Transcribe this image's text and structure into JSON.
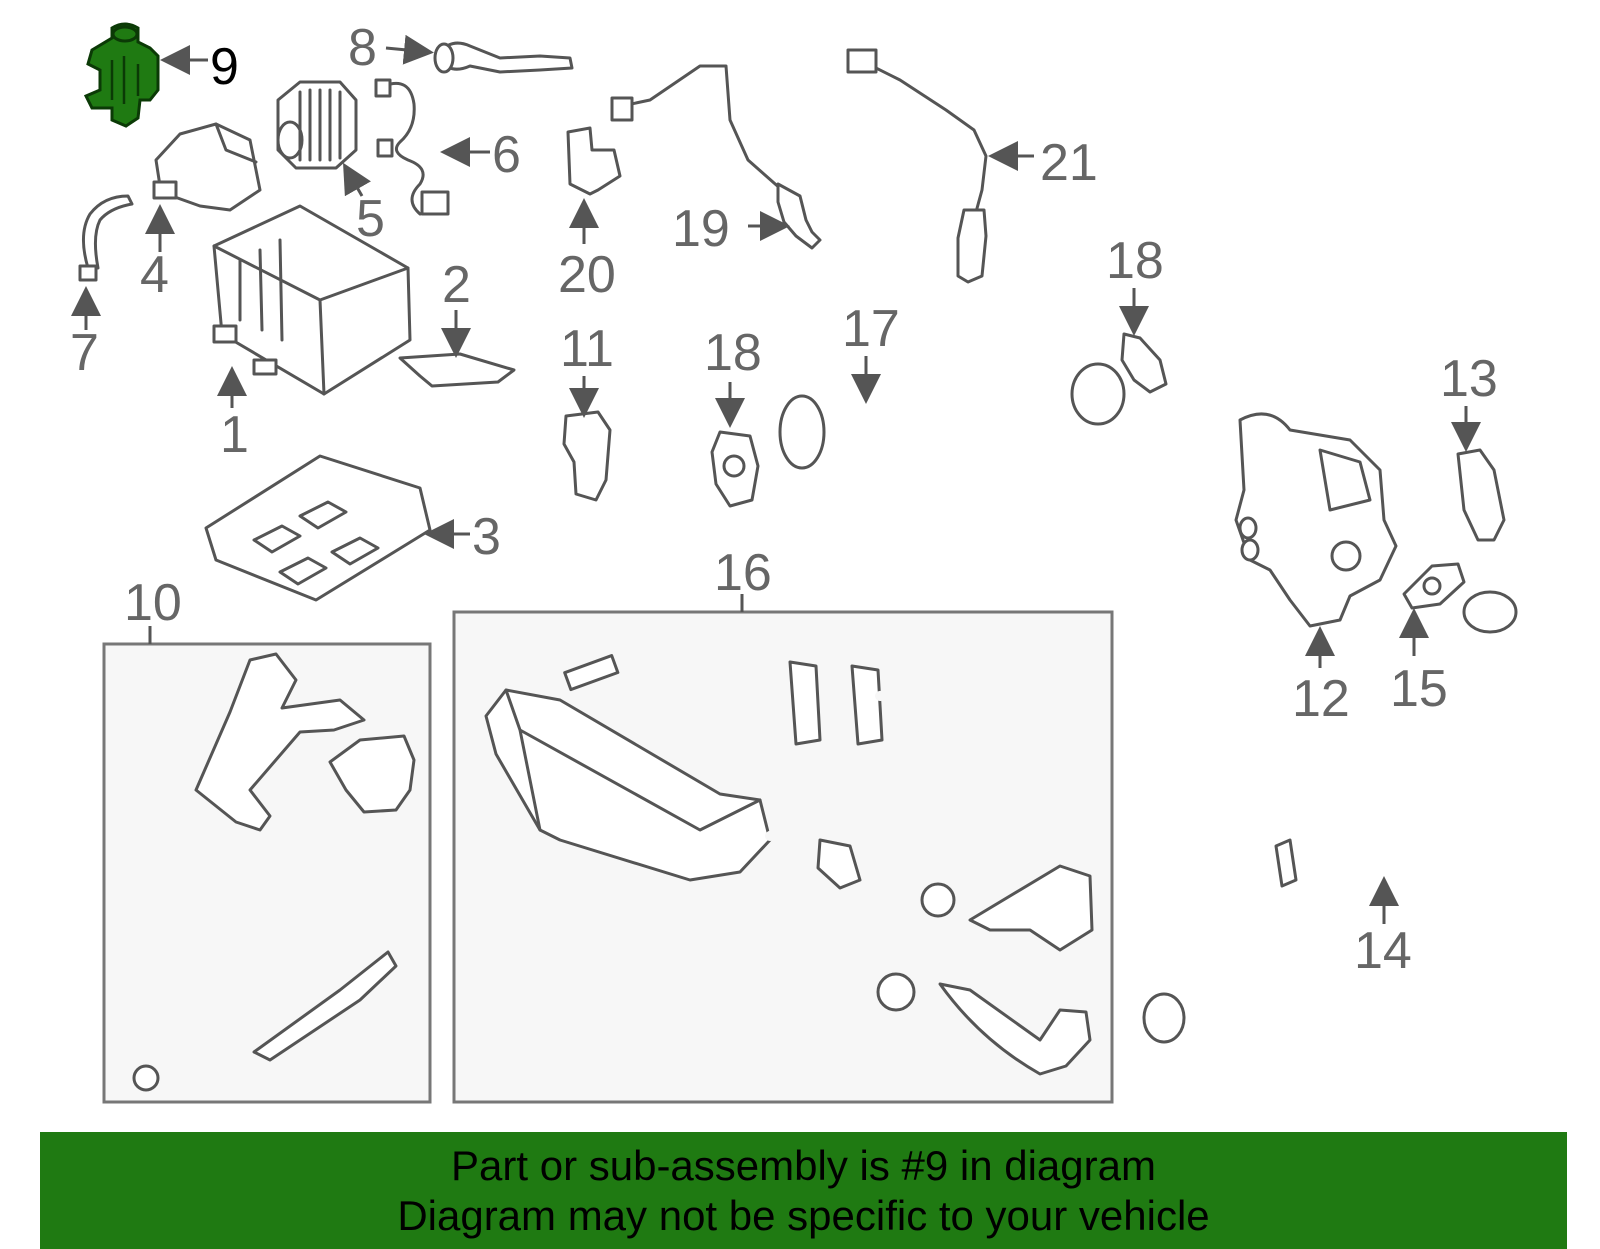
{
  "callouts": {
    "c1": "1",
    "c2": "2",
    "c3": "3",
    "c4": "4",
    "c5": "5",
    "c6": "6",
    "c7": "7",
    "c8": "8",
    "c9": "9",
    "c10": "10",
    "c11": "11",
    "c12": "12",
    "c13": "13",
    "c14": "14",
    "c15": "15",
    "c16": "16",
    "c17": "17",
    "c18a": "18",
    "c18b": "18",
    "c19": "19",
    "c20": "20",
    "c21": "21"
  },
  "highlight_color": "#1f7a12",
  "highlighted_part": "9",
  "banner": {
    "line1": "Part or sub-assembly is #9 in diagram",
    "line2": "Diagram may not be specific to your vehicle"
  }
}
